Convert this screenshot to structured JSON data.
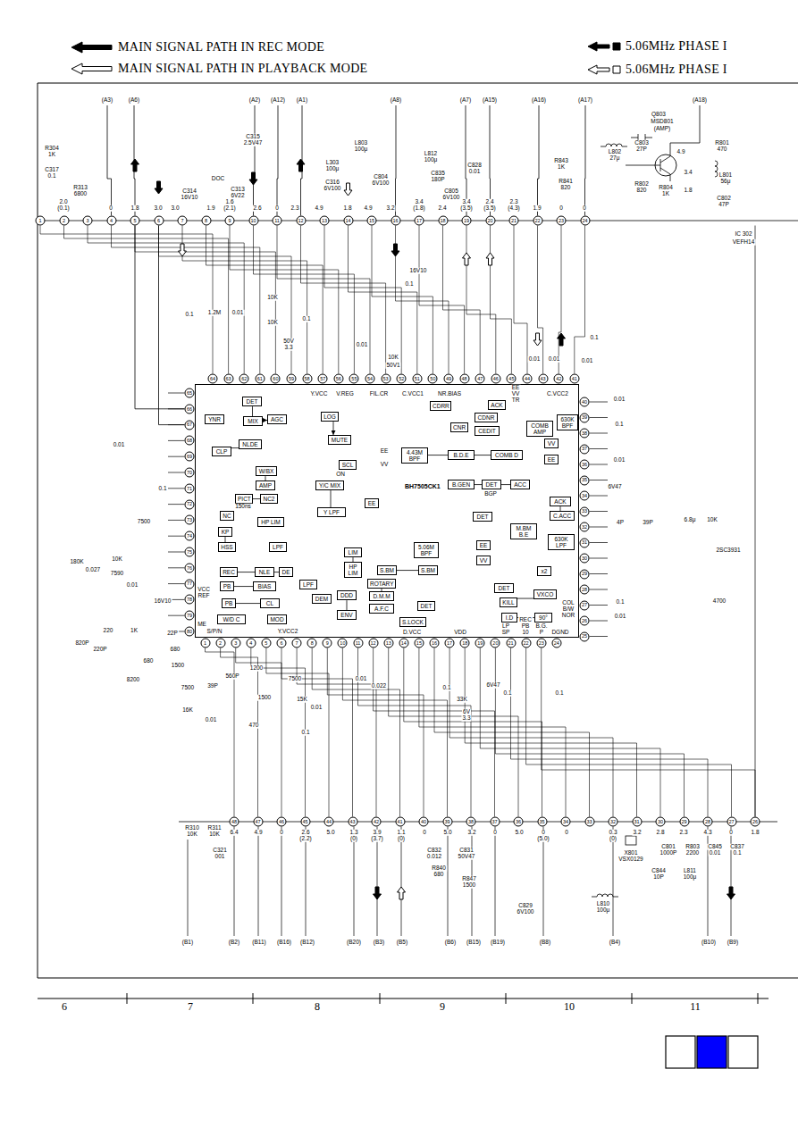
{
  "diagram": {
    "nodes": [
      {
        "text": [
          "BH7505CK1"
        ]
      },
      {
        "text": [
          "YNR"
        ],
        "in": 0
      },
      {
        "text": [
          "DET"
        ],
        "in": 0
      },
      {
        "text": [
          "MIX"
        ],
        "in": 0
      },
      {
        "text": [
          "AGC"
        ],
        "in": 0
      },
      {
        "text": [
          "LOG"
        ],
        "in": 0
      },
      {
        "text": [
          "MUTE"
        ],
        "in": 0
      },
      {
        "text": [
          "SCL"
        ],
        "in": 0
      },
      {
        "text": [
          "CLP"
        ],
        "in": 0
      },
      {
        "text": [
          "NLDE"
        ],
        "in": 0
      },
      {
        "text": [
          "W/BX"
        ],
        "in": 0
      },
      {
        "text": [
          "AMP"
        ],
        "in": 0
      },
      {
        "text": [
          "PICT"
        ],
        "in": 0
      },
      {
        "text": [
          "NC2"
        ],
        "in": 0
      },
      {
        "text": [
          "NC"
        ],
        "in": 0
      },
      {
        "text": [
          "HP LIM"
        ],
        "in": 0
      },
      {
        "text": [
          "KP"
        ],
        "in": 0
      },
      {
        "text": [
          "HSS"
        ],
        "in": 0
      },
      {
        "text": [
          "LPF"
        ],
        "in": 0
      },
      {
        "text": [
          "REC"
        ],
        "in": 0
      },
      {
        "text": [
          "NLE"
        ],
        "in": 0
      },
      {
        "text": [
          "DE"
        ],
        "in": 0
      },
      {
        "text": [
          "PB"
        ],
        "in": 0
      },
      {
        "text": [
          "BIAS"
        ],
        "in": 0
      },
      {
        "text": [
          "PB"
        ],
        "in": 0
      },
      {
        "text": [
          "CL"
        ],
        "in": 0
      },
      {
        "text": [
          "W/D C"
        ],
        "in": 0
      },
      {
        "text": [
          "MOD"
        ],
        "in": 0
      },
      {
        "text": [
          "Y/C MIX"
        ],
        "in": 0
      },
      {
        "text": [
          "Y LPF"
        ],
        "in": 0
      },
      {
        "text": [
          "EE"
        ],
        "in": 0
      },
      {
        "text": [
          "4.43M BPF"
        ],
        "in": 0
      },
      {
        "text": [
          "B.D.E"
        ],
        "in": 0
      },
      {
        "text": [
          "COMB D"
        ],
        "in": 0
      },
      {
        "text": [
          "CNR"
        ],
        "in": 0
      },
      {
        "text": [
          "CDRR"
        ],
        "in": 0
      },
      {
        "text": [
          "CDNR"
        ],
        "in": 0
      },
      {
        "text": [
          "CEDIT"
        ],
        "in": 0
      },
      {
        "text": [
          "ACK"
        ],
        "in": 0
      },
      {
        "text": [
          "COMB AMP"
        ],
        "in": 0
      },
      {
        "text": [
          "630K BPF"
        ],
        "in": 0
      },
      {
        "text": [
          "VV"
        ],
        "in": 0
      },
      {
        "text": [
          "EE"
        ],
        "in": 0
      },
      {
        "text": [
          "B.GEN"
        ],
        "in": 0
      },
      {
        "text": [
          "DET"
        ],
        "in": 0
      },
      {
        "text": [
          "ACC"
        ],
        "in": 0
      },
      {
        "text": [
          "DET"
        ],
        "in": 0
      },
      {
        "text": [
          "ACK"
        ],
        "in": 0
      },
      {
        "text": [
          "C.ACC"
        ],
        "in": 0
      },
      {
        "text": [
          "M.BM B.E"
        ],
        "in": 0
      },
      {
        "text": [
          "630K LPF"
        ],
        "in": 0
      },
      {
        "text": [
          "x2"
        ],
        "in": 0
      },
      {
        "text": [
          "EE"
        ],
        "in": 0
      },
      {
        "text": [
          "VV"
        ],
        "in": 0
      },
      {
        "text": [
          "DET"
        ],
        "in": 0
      },
      {
        "text": [
          "KILL"
        ],
        "in": 0
      },
      {
        "text": [
          "VXCO"
        ],
        "in": 0
      },
      {
        "text": [
          "I.D"
        ],
        "in": 0
      },
      {
        "text": [
          "90°"
        ],
        "in": 0
      },
      {
        "text": [
          "LIM"
        ],
        "in": 0
      },
      {
        "text": [
          "HP LIM"
        ],
        "in": 0
      },
      {
        "text": [
          "5.06M BPF"
        ],
        "in": 0
      },
      {
        "text": [
          "S.BM"
        ],
        "in": 0
      },
      {
        "text": [
          "S.BM"
        ],
        "in": 0
      },
      {
        "text": [
          "ROTARY"
        ],
        "in": 0
      },
      {
        "text": [
          "D.M.M"
        ],
        "in": 0
      },
      {
        "text": [
          "A.F.C"
        ],
        "in": 0
      },
      {
        "text": [
          "DDD"
        ],
        "in": 0
      },
      {
        "text": [
          "ENV"
        ],
        "in": 0
      },
      {
        "text": [
          "DEM"
        ],
        "in": 0
      },
      {
        "text": [
          "LPF"
        ],
        "in": 0
      },
      {
        "text": [
          "DET"
        ],
        "in": 0
      },
      {
        "text": [
          "S.LOCK"
        ],
        "in": 0
      }
    ],
    "edges": [
      {
        "from": 2,
        "to": 3,
        "arrow": "none"
      },
      {
        "from": 3,
        "to": 4,
        "arrow": "to"
      },
      {
        "from": 5,
        "to": 6,
        "arrow": "to"
      },
      {
        "from": 8,
        "to": 9,
        "arrow": "none"
      },
      {
        "from": 10,
        "to": 11,
        "arrow": "none"
      },
      {
        "from": 12,
        "to": 13,
        "arrow": "none"
      },
      {
        "from": 16,
        "to": 17,
        "arrow": "none"
      },
      {
        "from": 19,
        "to": 20,
        "arrow": "none"
      },
      {
        "from": 20,
        "to": 21,
        "arrow": "none"
      },
      {
        "from": 22,
        "to": 23,
        "arrow": "none"
      },
      {
        "from": 24,
        "to": 25,
        "arrow": "none"
      },
      {
        "from": 28,
        "to": 29,
        "arrow": "none"
      },
      {
        "from": 31,
        "to": 32,
        "arrow": "none"
      },
      {
        "from": 32,
        "to": 33,
        "arrow": "none"
      },
      {
        "from": 43,
        "to": 44,
        "arrow": "none"
      },
      {
        "from": 44,
        "to": 45,
        "arrow": "none"
      },
      {
        "from": 47,
        "to": 48,
        "arrow": "none"
      },
      {
        "from": 55,
        "to": 56,
        "arrow": "none"
      },
      {
        "from": 57,
        "to": 58,
        "arrow": "none"
      },
      {
        "from": 59,
        "to": 60,
        "arrow": "none"
      },
      {
        "from": 62,
        "to": 63,
        "arrow": "none"
      },
      {
        "from": 64,
        "to": 65,
        "arrow": "none"
      },
      {
        "from": 67,
        "to": 68,
        "arrow": "none"
      }
    ],
    "labels": [
      "1",
      "2",
      "3",
      "4",
      "5",
      "6",
      "7",
      "8",
      "9",
      "10",
      "11",
      "12",
      "13",
      "14",
      "15",
      "16",
      "17",
      "18",
      "19",
      "20",
      "21",
      "22",
      "23",
      "24",
      "64",
      "63",
      "62",
      "61",
      "60",
      "59",
      "58",
      "57",
      "56",
      "55",
      "54",
      "53",
      "52",
      "51",
      "50",
      "49",
      "48",
      "47",
      "46",
      "45",
      "44",
      "43",
      "42",
      "41",
      "65",
      "66",
      "67",
      "68",
      "69",
      "70",
      "71",
      "72",
      "73",
      "74",
      "75",
      "76",
      "77",
      "78",
      "79",
      "80",
      "1",
      "2",
      "3",
      "4",
      "5",
      "6",
      "7",
      "8",
      "9",
      "10",
      "11",
      "12",
      "13",
      "14",
      "15",
      "16",
      "17",
      "18",
      "19",
      "20",
      "21",
      "22",
      "23",
      "24",
      "40",
      "39",
      "38",
      "37",
      "36",
      "35",
      "34",
      "33",
      "32",
      "31",
      "30",
      "29",
      "28",
      "27",
      "26",
      "25",
      "48",
      "47",
      "46",
      "45",
      "44",
      "43",
      "42",
      "41",
      "40",
      "39",
      "38",
      "37",
      "36",
      "35",
      "34",
      "33",
      "32",
      "31",
      "30",
      "29",
      "28",
      "27",
      "26",
      "(A3)",
      "(A6)",
      "(A2)",
      "(A12)",
      "(A1)",
      "(A8)",
      "(A7)",
      "(A15)",
      "(A16)",
      "(A17)",
      "(A18)",
      "Q803",
      "MSD801",
      "(AMP)",
      "R801",
      "470",
      "L802",
      "27μ",
      "C803",
      "27P",
      "R802",
      "820",
      "4.9",
      "3.4",
      "1.8",
      "R804",
      "1K",
      "L801",
      "56μ",
      "C802",
      "47P",
      "R843",
      "1K",
      "R841",
      "820",
      "R304",
      "1K",
      "C317",
      "0.1",
      "R313",
      "6800",
      "2.0",
      "(0.1)",
      "0",
      "1.8",
      "3.0",
      "3.0",
      "1.9",
      "1.6",
      "(2.1)",
      "2.6",
      "0",
      "2.3",
      "4.9",
      "1.8",
      "4.9",
      "3.2",
      "3.4",
      "(1.8)",
      "2.4",
      "3.4",
      "(3.5)",
      "2.4",
      "(3.5)",
      "2.3",
      "(4.3)",
      "1.9",
      "0",
      "0",
      "C315",
      "2.5V47",
      "C314",
      "16V10",
      "C313",
      "6V22",
      "DOC",
      "L303",
      "100μ",
      "L803",
      "100μ",
      "C316",
      "6V100",
      "C804",
      "6V100",
      "L812",
      "100μ",
      "C835",
      "180P",
      "C828",
      "0.01",
      "C805",
      "6V100",
      "16V10",
      "0.1",
      "0.1",
      "1.2M",
      "0.01",
      "10K",
      "10K",
      "0.1",
      "50V",
      "3.3",
      "0.01",
      "10K",
      "50V1",
      "0.01",
      "0.01",
      "0.01",
      "0.1",
      "0.01",
      "0.1",
      "0.01",
      "6V47",
      "4P",
      "39P",
      "6.8μ",
      "10K",
      "2SC3931",
      "4700",
      "0.1",
      "0.01",
      "0.01",
      "0.1",
      "7500",
      "180K",
      "0.027",
      "10K",
      "7590",
      "0.01",
      "16V10",
      "220",
      "1K",
      "22P",
      "820P",
      "220P",
      "680",
      "680",
      "1500",
      "8200",
      "7500",
      "16K",
      "39P",
      "560P",
      "0.01",
      "1200",
      "1500",
      "470",
      "7500",
      "15K",
      "0.01",
      "0.1",
      "0.01",
      "0.022",
      "0.1",
      "33K",
      "6V",
      "3.3",
      "6V47",
      "0.1",
      "0.1",
      "6.4",
      "4.9",
      "0",
      "2.6",
      "(2.2)",
      "5.0",
      "1.3",
      "(0)",
      "3.9",
      "(3.7)",
      "1.1",
      "(0)",
      "0",
      "5.0",
      "3.2",
      "0",
      "5.0",
      "0",
      "(5.0)",
      "0",
      "0.3",
      "(0)",
      "3.2",
      "2.8",
      "2.3",
      "4.3",
      "0",
      "1.8",
      "R310",
      "10K",
      "R311",
      "10K",
      "C321",
      "001",
      "C832",
      "0.012",
      "C831",
      "50V47",
      "R840",
      "680",
      "R847",
      "1500",
      "C829",
      "6V100",
      "L810",
      "100μ",
      "X801",
      "VSX0129",
      "C801",
      "1000P",
      "R803",
      "2200",
      "C844",
      "10P",
      "L811",
      "100μ",
      "C845",
      "0.01",
      "C837",
      "0.1",
      "(B1)",
      "(B2)",
      "(B11)",
      "(B16)",
      "(B12)",
      "(B20)",
      "(B3)",
      "(B5)",
      "(B6)",
      "(B15)",
      "(B19)",
      "(B8)",
      "(B4)",
      "(B10)",
      "(B9)",
      "IC 302",
      "VEFH14",
      "6",
      "7",
      "8",
      "9",
      "10",
      "11",
      "Y.VCC",
      "V.REG",
      "FIL.CR",
      "C.VCC1",
      "NR.BIAS",
      "EE",
      "VV",
      "TR",
      "C.VCC2",
      "VCC",
      "REF",
      "ME",
      "S/P/N",
      "Y.VCC2",
      "D.VCC",
      "VDD",
      "LP",
      "SP",
      "REC",
      "PB",
      "10",
      "B.G.",
      "P",
      "DGND",
      "COL",
      "B/W",
      "NOR",
      "150ns",
      "EE",
      "VV",
      "ON",
      "BGP"
    ],
    "legend": [
      {
        "text": "MAIN SIGNAL PATH IN REC MODE"
      },
      {
        "text": "MAIN SIGNAL PATH IN PLAYBACK MODE"
      },
      {
        "text": "5.06MHz PHASE I"
      },
      {
        "text": "5.06MHz PHASE I"
      }
    ]
  }
}
